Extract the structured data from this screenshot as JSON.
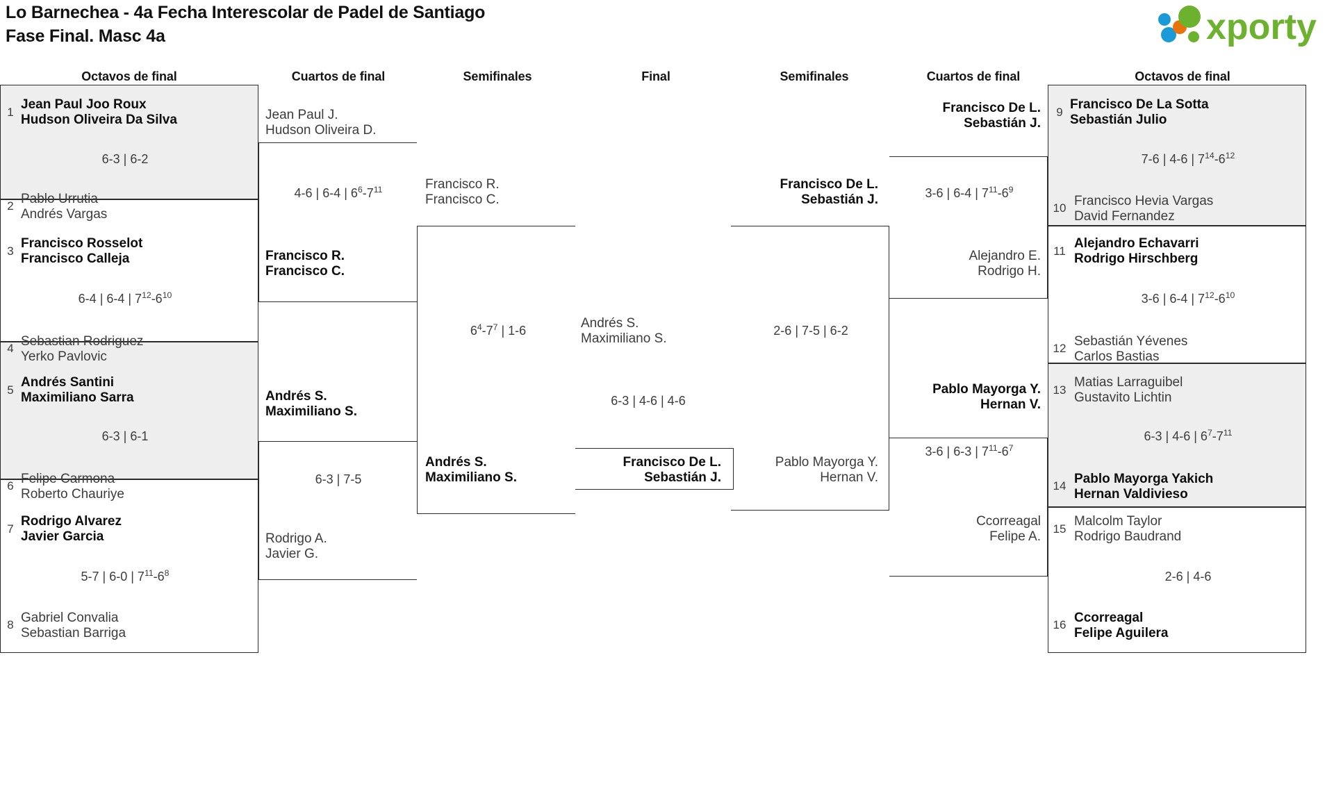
{
  "header": {
    "title_line1": "Lo Barnechea - 4a Fecha Interescolar de Padel de Santiago",
    "title_line2": "Fase Final. Masc 4a",
    "logo_text": "xporty",
    "logo_colors": {
      "green": "#6cb22e",
      "orange": "#e8720c",
      "blue": "#1a9ad7"
    }
  },
  "rounds": {
    "octavos_left": "Octavos de final",
    "cuartos_left": "Cuartos de final",
    "semis_left": "Semifinales",
    "final": "Final",
    "semis_right": "Semifinales",
    "cuartos_right": "Cuartos de final",
    "octavos_right": "Octavos de final"
  },
  "bracket": {
    "octavos_left": [
      {
        "seed_top": "1",
        "seed_bottom": "2",
        "top": {
          "p1": "Jean Paul Joo Roux",
          "p2": "Hudson Oliveira Da Silva",
          "winner": true
        },
        "bottom": {
          "p1": "Pablo Urrutia",
          "p2": "Andrés Vargas",
          "winner": false
        },
        "score": "6-3 | 6-2",
        "shaded": true
      },
      {
        "seed_top": "3",
        "seed_bottom": "4",
        "top": {
          "p1": "Francisco Rosselot",
          "p2": "Francisco Calleja",
          "winner": true
        },
        "bottom": {
          "p1": "Sebastian Rodriguez",
          "p2": "Yerko Pavlovic",
          "winner": false
        },
        "score": "6-4 | 6-4 | 7@12-6@10",
        "shaded": false
      },
      {
        "seed_top": "5",
        "seed_bottom": "6",
        "top": {
          "p1": "Andrés Santini",
          "p2": "Maximiliano Sarra",
          "winner": true
        },
        "bottom": {
          "p1": "Felipe Carmona",
          "p2": "Roberto Chauriye",
          "winner": false
        },
        "score": "6-3 | 6-1",
        "shaded": true
      },
      {
        "seed_top": "7",
        "seed_bottom": "8",
        "top": {
          "p1": "Rodrigo Alvarez",
          "p2": "Javier Garcia",
          "winner": true
        },
        "bottom": {
          "p1": "Gabriel Convalia",
          "p2": "Sebastian Barriga",
          "winner": false
        },
        "score": "5-7 | 6-0 | 7@11-6@8",
        "shaded": false
      }
    ],
    "cuartos_left": [
      {
        "top": {
          "p1": "Jean Paul J.",
          "p2": "Hudson Oliveira D.",
          "winner": false
        },
        "bottom": {
          "p1": "Francisco R.",
          "p2": "Francisco C.",
          "winner": true
        },
        "score": "4-6 | 6-4 | 6@6-7@11"
      },
      {
        "top": {
          "p1": "Andrés S.",
          "p2": "Maximiliano S.",
          "winner": true
        },
        "bottom": {
          "p1": "Rodrigo A.",
          "p2": "Javier G.",
          "winner": false
        },
        "score": "6-3 | 7-5"
      }
    ],
    "semis_left": [
      {
        "top": {
          "p1": "Francisco R.",
          "p2": "Francisco C.",
          "winner": false
        },
        "bottom": {
          "p1": "Andrés S.",
          "p2": "Maximiliano S.",
          "winner": true
        },
        "score": "6@4-7@7 | 1-6"
      }
    ],
    "final": {
      "top": {
        "p1": "Andrés S.",
        "p2": "Maximiliano S.",
        "winner": false
      },
      "bottom": {
        "p1": "Francisco De L.",
        "p2": "Sebastián J.",
        "winner": true
      },
      "score": "6-3 | 4-6 | 4-6"
    },
    "semis_right": [
      {
        "top": {
          "p1": "Francisco De L.",
          "p2": "Sebastián J.",
          "winner": true
        },
        "bottom": {
          "p1": "Pablo Mayorga Y.",
          "p2": "Hernan V.",
          "winner": false
        },
        "score": "2-6 | 7-5 | 6-2"
      }
    ],
    "cuartos_right": [
      {
        "top": {
          "p1": "Francisco De L.",
          "p2": "Sebastián J.",
          "winner": true
        },
        "bottom": {
          "p1": "Alejandro E.",
          "p2": "Rodrigo H.",
          "winner": false
        },
        "score": "3-6 | 6-4 | 7@11-6@9"
      },
      {
        "top": {
          "p1": "Pablo Mayorga Y.",
          "p2": "Hernan V.",
          "winner": true
        },
        "bottom": {
          "p1": "Ccorreagal",
          "p2": "Felipe A.",
          "winner": false
        },
        "score": "3-6 | 6-3 | 7@11-6@7"
      }
    ],
    "octavos_right": [
      {
        "seed_top": "9",
        "seed_bottom": "10",
        "top": {
          "p1": "Francisco De La Sotta",
          "p2": "Sebastián Julio",
          "winner": true
        },
        "bottom": {
          "p1": "Francisco Hevia Vargas",
          "p2": "David Fernandez",
          "winner": false
        },
        "score": "7-6 | 4-6 | 7@14-6@12",
        "shaded": true
      },
      {
        "seed_top": "11",
        "seed_bottom": "12",
        "top": {
          "p1": "Alejandro Echavarri",
          "p2": "Rodrigo Hirschberg",
          "winner": true
        },
        "bottom": {
          "p1": "Sebastián Yévenes",
          "p2": "Carlos Bastias",
          "winner": false
        },
        "score": "3-6 | 6-4 | 7@12-6@10",
        "shaded": false
      },
      {
        "seed_top": "13",
        "seed_bottom": "14",
        "top": {
          "p1": "Matias Larraguibel",
          "p2": "Gustavito Lichtin",
          "winner": false
        },
        "bottom": {
          "p1": "Pablo Mayorga Yakich",
          "p2": "Hernan Valdivieso",
          "winner": true
        },
        "score": "6-3 | 4-6 | 6@7-7@11",
        "shaded": true
      },
      {
        "seed_top": "15",
        "seed_bottom": "16",
        "top": {
          "p1": "Malcolm Taylor",
          "p2": "Rodrigo Baudrand",
          "winner": false
        },
        "bottom": {
          "p1": "Ccorreagal",
          "p2": "Felipe Aguilera",
          "winner": true
        },
        "score": "2-6 | 4-6",
        "shaded": false
      }
    ]
  }
}
